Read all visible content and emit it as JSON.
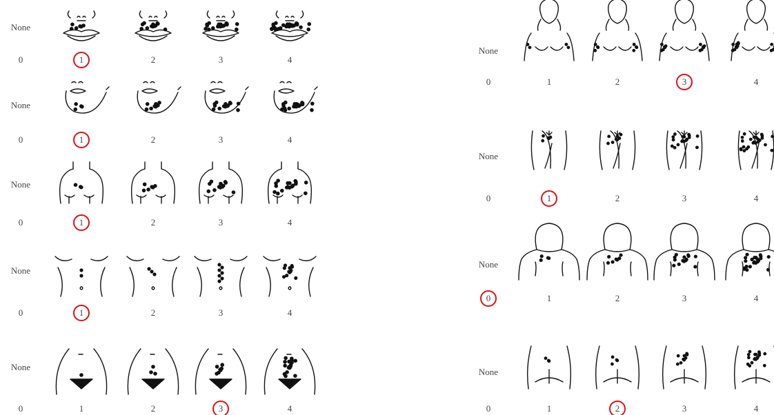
{
  "title": "",
  "none_label": "None",
  "score_labels": [
    "0",
    "1",
    "2",
    "3",
    "4"
  ],
  "highlight_color": "#e01010",
  "regions": [
    {
      "id": "upper-lip",
      "icon": "lip-mustache-icon",
      "selected_score": 1
    },
    {
      "id": "chin",
      "icon": "chin-icon",
      "selected_score": 1
    },
    {
      "id": "chest",
      "icon": "chest-icon",
      "selected_score": 1
    },
    {
      "id": "upper-abdomen",
      "icon": "upper-abdomen-icon",
      "selected_score": 1
    },
    {
      "id": "lower-abdomen",
      "icon": "lower-abdomen-icon",
      "selected_score": 3
    },
    {
      "id": "upper-arm",
      "icon": "upper-arm-icon",
      "selected_score": 3
    },
    {
      "id": "thigh",
      "icon": "thigh-icon",
      "selected_score": 1
    },
    {
      "id": "upper-back",
      "icon": "upper-back-icon",
      "selected_score": 0
    },
    {
      "id": "lower-back",
      "icon": "lower-back-icon",
      "selected_score": 2
    }
  ]
}
